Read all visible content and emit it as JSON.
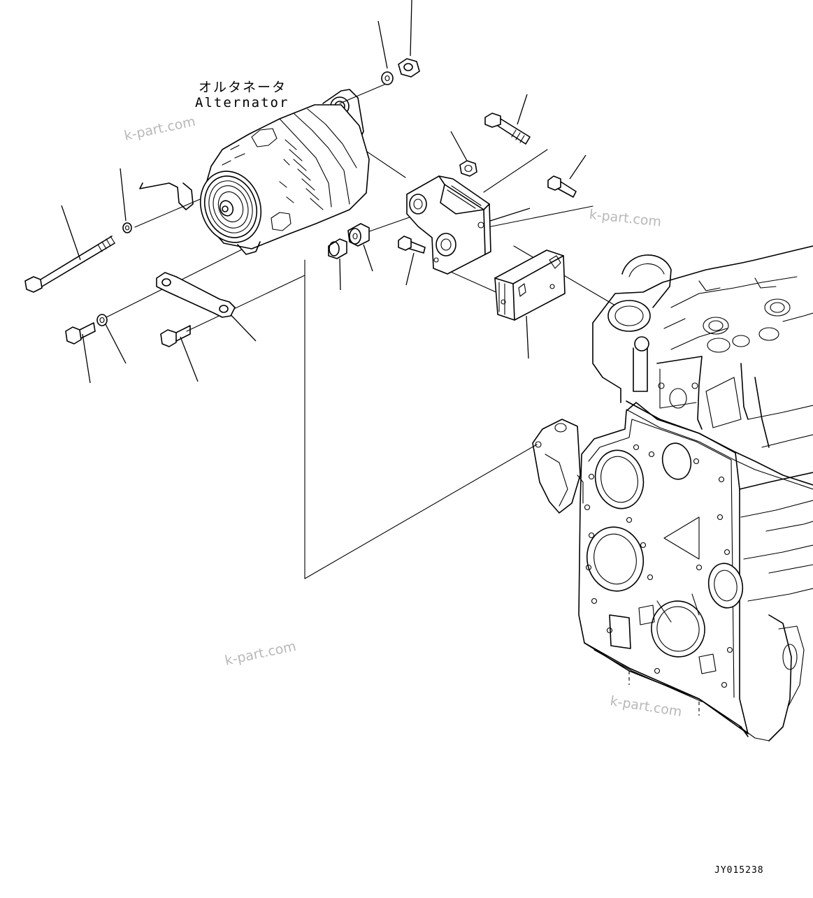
{
  "labels": {
    "part_name_jp": "オルタネータ",
    "part_name_en": "Alternator"
  },
  "watermarks": [
    "k-part.com",
    "k-part.com",
    "k-part.com",
    "k-part.com"
  ],
  "drawing_code": "JY015238"
}
